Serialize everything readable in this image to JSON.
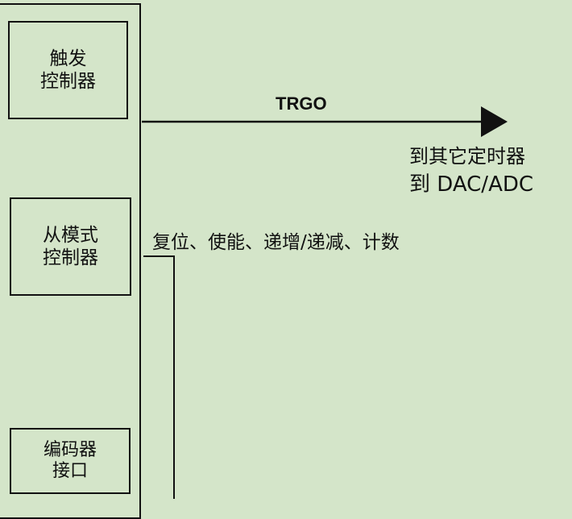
{
  "blocks": {
    "trigger_controller": [
      "触发",
      "控制器"
    ],
    "slave_mode_controller": [
      "从模式",
      "控制器"
    ],
    "encoder_interface": [
      "编码器",
      "接口"
    ]
  },
  "signals": {
    "trgo": "TRGO",
    "trgo_destination_1": "到其它定时器",
    "trgo_destination_2": "到 DAC/ADC",
    "slave_mode_actions": "复位、使能、递增/递减、计数"
  },
  "colors": {
    "background": "#d4e5c9",
    "line": "#111111"
  }
}
